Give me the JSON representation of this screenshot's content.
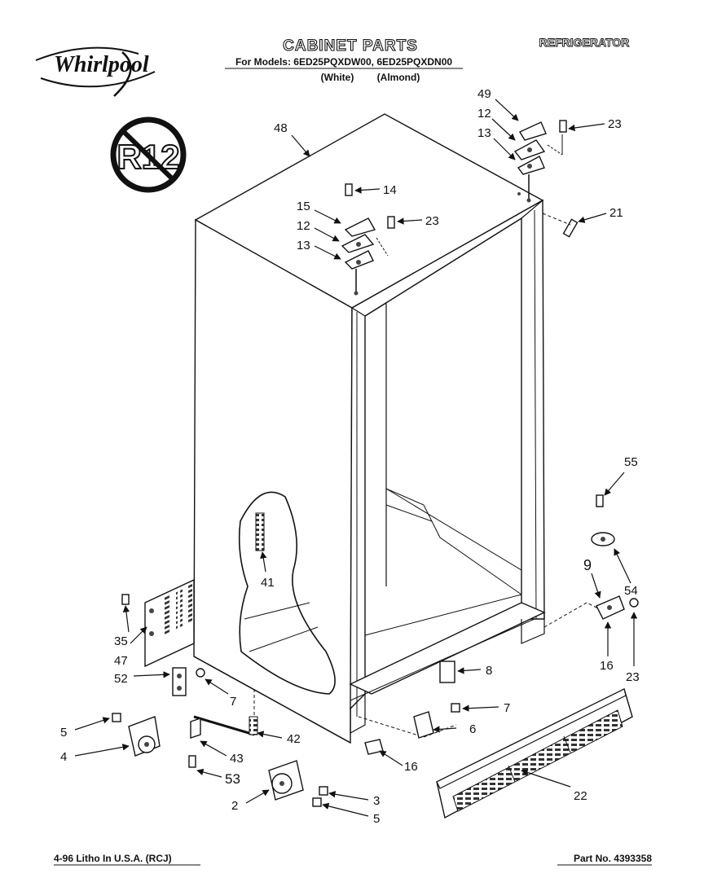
{
  "header": {
    "brand": "Whirlpool",
    "title": "CABINET PARTS",
    "category": "REFRIGERATOR",
    "models_line": "For Models: 6ED25PQXDW00, 6ED25PQXDN00",
    "color_white": "(White)",
    "color_almond": "(Almond)"
  },
  "badge": {
    "text": "R12"
  },
  "callouts": {
    "c48": "48",
    "c49": "49",
    "c12a": "12",
    "c13a": "13",
    "c23a": "23",
    "c14": "14",
    "c15": "15",
    "c12b": "12",
    "c13b": "13",
    "c23b": "23",
    "c21": "21",
    "c41": "41",
    "c55": "55",
    "c9": "9",
    "c54": "54",
    "c16a": "16",
    "c23c": "23",
    "c35": "35",
    "c47": "47",
    "c52": "52",
    "c7a": "7",
    "c8": "8",
    "c7b": "7",
    "c6": "6",
    "c5a": "5",
    "c4": "4",
    "c43": "43",
    "c42": "42",
    "c53": "53",
    "c16b": "16",
    "c22": "22",
    "c2": "2",
    "c3": "3",
    "c5b": "5"
  },
  "footer": {
    "litho": "4-96 Litho In U.S.A. (RCJ)",
    "part_no": "Part No. 4393358"
  }
}
